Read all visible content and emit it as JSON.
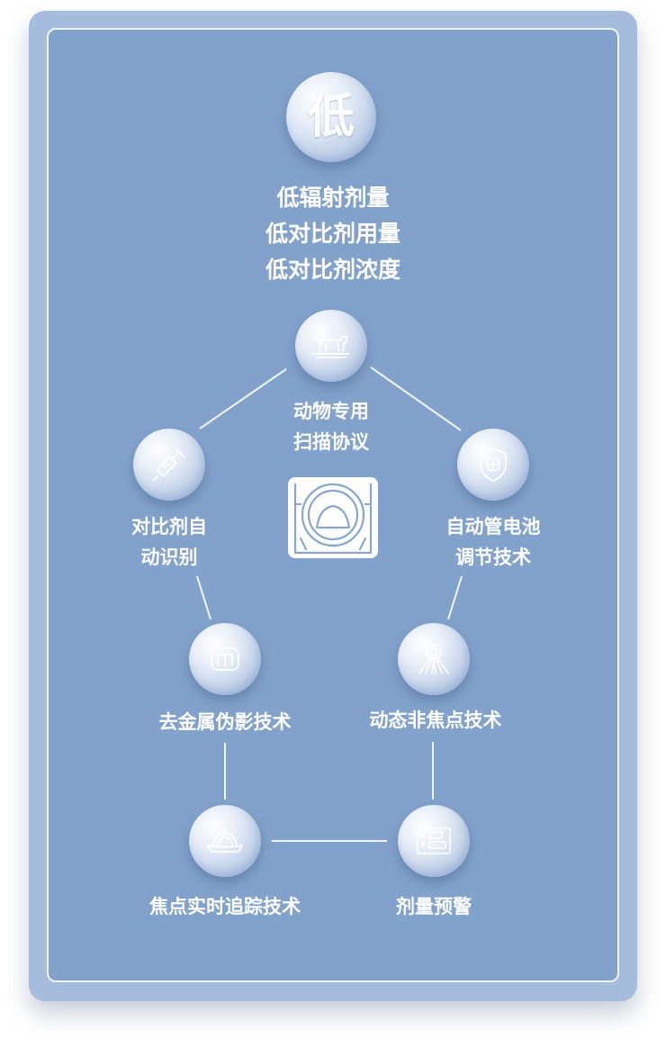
{
  "center": {
    "char": "低",
    "lines": [
      "低辐射剂量",
      "低对比剂用量",
      "低对比剂浓度"
    ]
  },
  "nodes": [
    {
      "icon": "dog-icon",
      "lines": [
        "动物专用",
        "扫描协议"
      ]
    },
    {
      "icon": "syringe-icon",
      "lines": [
        "对比剂自",
        "动识别"
      ]
    },
    {
      "icon": "shield-plus-icon",
      "lines": [
        "自动管电池",
        "调节技术"
      ]
    },
    {
      "icon": "metal-artifact-icon",
      "lines": [
        "去金属伪影技术"
      ]
    },
    {
      "icon": "dynamic-focus-icon",
      "lines": [
        "动态非焦点技术"
      ]
    },
    {
      "icon": "focus-tracking-icon",
      "lines": [
        "焦点实时追踪技术"
      ]
    },
    {
      "icon": "dose-alert-icon",
      "lines": [
        "剂量预警"
      ]
    }
  ],
  "center_device_icon": "ct-scanner-icon",
  "colors": {
    "card": "#a6bcdc",
    "panel": "#82a2cb",
    "line": "#f2f6fc",
    "text": "#ffffff",
    "icon_stroke": "#ffffff"
  }
}
